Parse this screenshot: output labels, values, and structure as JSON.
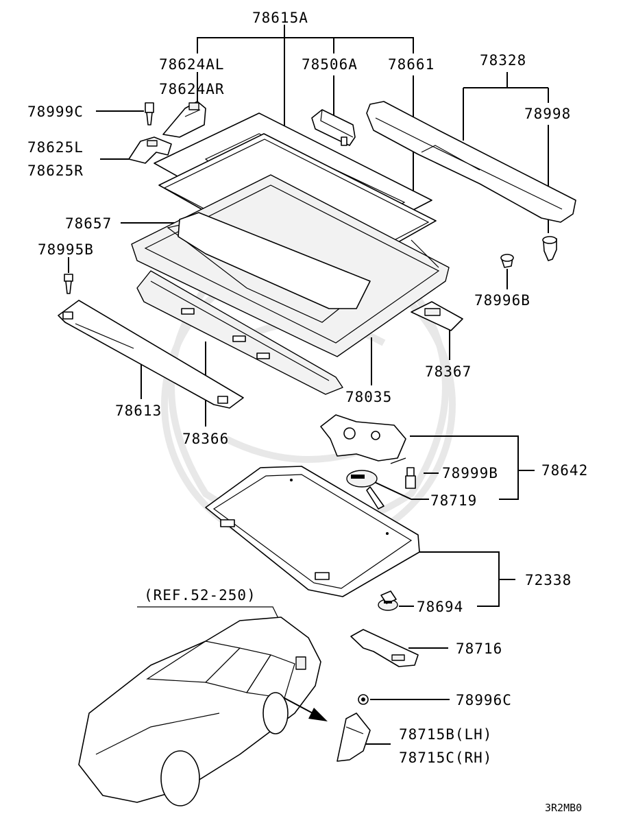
{
  "labels": {
    "l78615A": "78615A",
    "l78624AL": "78624AL",
    "l78624AR": "78624AR",
    "l78506A": "78506A",
    "l78661": "78661",
    "l78328": "78328",
    "l78998": "78998",
    "l78999C": "78999C",
    "l78625L": "78625L",
    "l78625R": "78625R",
    "l78657": "78657",
    "l78995B": "78995B",
    "l78996B": "78996B",
    "l78367": "78367",
    "l78035": "78035",
    "l78613": "78613",
    "l78366": "78366",
    "l78642": "78642",
    "l78999B": "78999B",
    "l78719": "78719",
    "l72338": "72338",
    "l78694": "78694",
    "ref": "(REF.52-250)",
    "l78716": "78716",
    "l78996C": "78996C",
    "l78715B": "78715B(LH)",
    "l78715C": "78715C(RH)"
  },
  "footer": {
    "code": "3R2MB0"
  },
  "colors": {
    "line": "#000000",
    "background": "#ffffff",
    "watermark": "#e6e6e6"
  }
}
